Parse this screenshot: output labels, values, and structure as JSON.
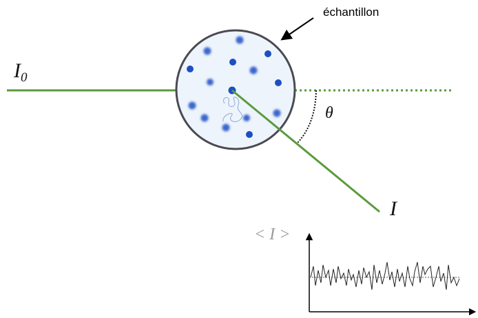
{
  "labels": {
    "incident_intensity": "I",
    "incident_subscript": "0",
    "sample": "échantillon",
    "angle": "θ",
    "scattered_intensity": "I",
    "mean_intensity": "< I >"
  },
  "colors": {
    "beam": "#5a9a3c",
    "particle": "#1d4fc4",
    "particle_blurred": "#3a66cc",
    "sample_fill": "#eef4fb",
    "sample_border": "#4a4a52",
    "signal": "#222222"
  },
  "icons": [
    "arrow-icon",
    "angle-arc"
  ]
}
